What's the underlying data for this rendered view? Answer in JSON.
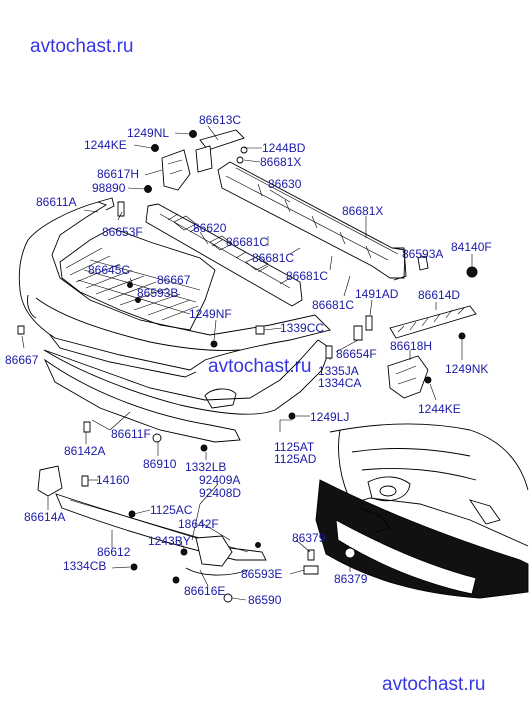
{
  "watermark_top": "avtochast.ru",
  "watermark_bottom": "avtochast.ru",
  "watermark_mid": "avtochast.ru",
  "label_color": "#1a1aa8",
  "watermark_color": "#3636e6",
  "labels": [
    {
      "text": "86613C"
    },
    {
      "text": "1249NL"
    },
    {
      "text": "1244KE"
    },
    {
      "text": "1244BD"
    },
    {
      "text": "86681X"
    },
    {
      "text": "86617H"
    },
    {
      "text": "98890"
    },
    {
      "text": "86630"
    },
    {
      "text": "86611A"
    },
    {
      "text": "86681X"
    },
    {
      "text": "86653F"
    },
    {
      "text": "86620"
    },
    {
      "text": "86681C"
    },
    {
      "text": "86593A"
    },
    {
      "text": "84140F"
    },
    {
      "text": "86681C"
    },
    {
      "text": "86645C"
    },
    {
      "text": "86667"
    },
    {
      "text": "86681C"
    },
    {
      "text": "86593B"
    },
    {
      "text": "1491AD"
    },
    {
      "text": "86614D"
    },
    {
      "text": "86681C"
    },
    {
      "text": "1249NF"
    },
    {
      "text": "1339CC"
    },
    {
      "text": "86654F"
    },
    {
      "text": "86618H"
    },
    {
      "text": "86667"
    },
    {
      "text": "1335JA"
    },
    {
      "text": "1334CA"
    },
    {
      "text": "1249NK"
    },
    {
      "text": "1244KE"
    },
    {
      "text": "1249LJ"
    },
    {
      "text": "86611F"
    },
    {
      "text": "86142A"
    },
    {
      "text": "1125AT"
    },
    {
      "text": "1125AD"
    },
    {
      "text": "86910"
    },
    {
      "text": "1332LB"
    },
    {
      "text": "92409A"
    },
    {
      "text": "92408D"
    },
    {
      "text": "14160"
    },
    {
      "text": "86614A"
    },
    {
      "text": "1125AC"
    },
    {
      "text": "18642F"
    },
    {
      "text": "86612"
    },
    {
      "text": "1243BY"
    },
    {
      "text": "86379"
    },
    {
      "text": "1334CB"
    },
    {
      "text": "86593E"
    },
    {
      "text": "86379"
    },
    {
      "text": "86616E"
    },
    {
      "text": "86590"
    }
  ]
}
